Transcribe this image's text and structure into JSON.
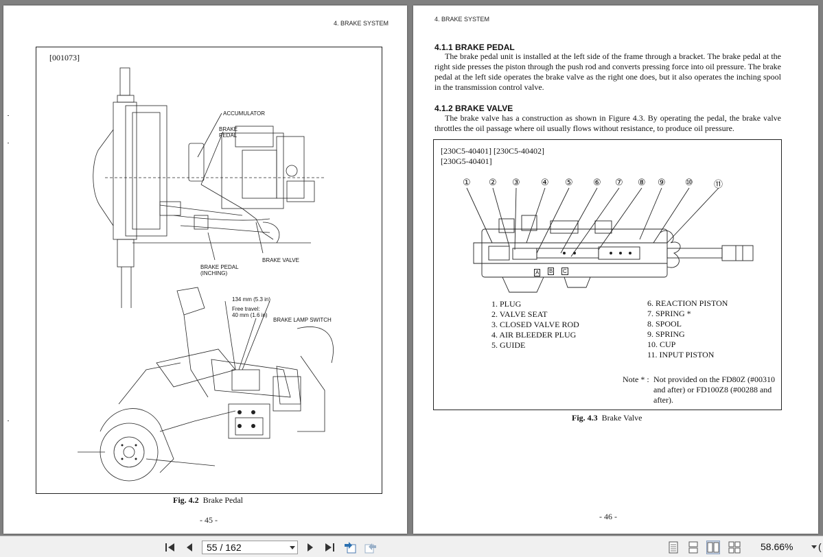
{
  "left_page": {
    "running_head": "4. BRAKE SYSTEM",
    "figure_ref": "[001073]",
    "labels": {
      "accumulator": "ACCUMULATOR",
      "brake_pedal_1": "BRAKE",
      "brake_pedal_2": "PEDAL",
      "brake_valve": "BRAKE VALVE",
      "inching_1": "BRAKE PEDAL",
      "inching_2": "(INCHING)",
      "dim_134": "134 mm (5.3 in)",
      "free_travel_1": "Free travel:",
      "free_travel_2": "40 mm (1.6 in)",
      "lamp_switch": "BRAKE LAMP SWITCH"
    },
    "caption_label": "Fig. 4.2",
    "caption_text": "Brake Pedal",
    "page_number": "- 45 -"
  },
  "right_page": {
    "running_head": "4. BRAKE SYSTEM",
    "section1_heading": "4.1.1  BRAKE PEDAL",
    "section1_text": "The brake pedal unit is installed at the left side of the frame through a bracket.  The brake pedal at the right side presses the piston through the push rod and converts pressing force into oil pressure.  The brake pedal at the left side operates the brake valve as the right one does, but it also operates the inching spool in the transmission control valve.",
    "section2_heading": "4.1.2  BRAKE VALVE",
    "section2_text": "The brake valve has a construction as shown in Figure 4.3.  By operating the pedal, the brake valve throttles the oil passage where oil usually flows without resistance, to produce oil pressure.",
    "figure_ref_1": "[230C5-40401] [230C5-40402]",
    "figure_ref_2": "[230G5-40401]",
    "callouts": [
      "①",
      "②",
      "③",
      "④",
      "⑤",
      "⑥",
      "⑦",
      "⑧",
      "⑨",
      "⑩",
      "⑪"
    ],
    "port_labels": [
      "A",
      "B",
      "C"
    ],
    "parts_left": [
      "1.  PLUG",
      "2.  VALVE SEAT",
      "3.  CLOSED VALVE ROD",
      "4.  AIR BLEEDER PLUG",
      "5.  GUIDE"
    ],
    "parts_right": [
      "6.  REACTION PISTON",
      "7.  SPRING *",
      "8.  SPOOL",
      "9.  SPRING",
      "10.  CUP",
      "11.  INPUT PISTON"
    ],
    "note_label": "Note * :",
    "note_lines": [
      "Not provided on the FD80Z (#00310",
      "and after) or FD100Z8 (#00288 and",
      "after)."
    ],
    "caption_label": "Fig. 4.3",
    "caption_text": "Brake Valve",
    "page_number": "- 46 -"
  },
  "toolbar": {
    "page_indicator": "55 / 162",
    "zoom": "58.66%",
    "zoom_tail": "("
  }
}
